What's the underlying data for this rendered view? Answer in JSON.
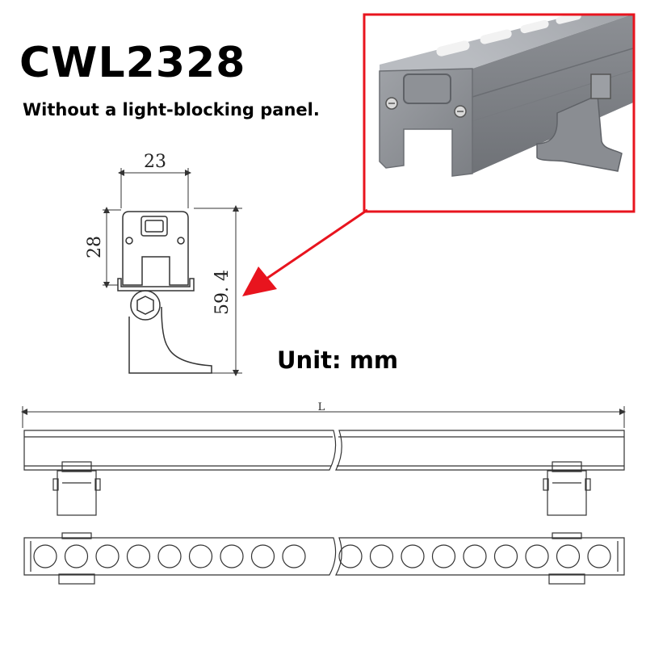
{
  "title": "CWL2328",
  "subtitle": "Without a light-blocking panel.",
  "unit_label": "Unit: mm",
  "dimensions": {
    "width": "23",
    "height": "28",
    "total_height": "59. 4",
    "length": "L"
  },
  "colors": {
    "callout_red": "#e8141e",
    "profile_gray": "#8a8d92",
    "line": "#333333"
  },
  "lens_count_left": 9,
  "lens_count_right": 9
}
